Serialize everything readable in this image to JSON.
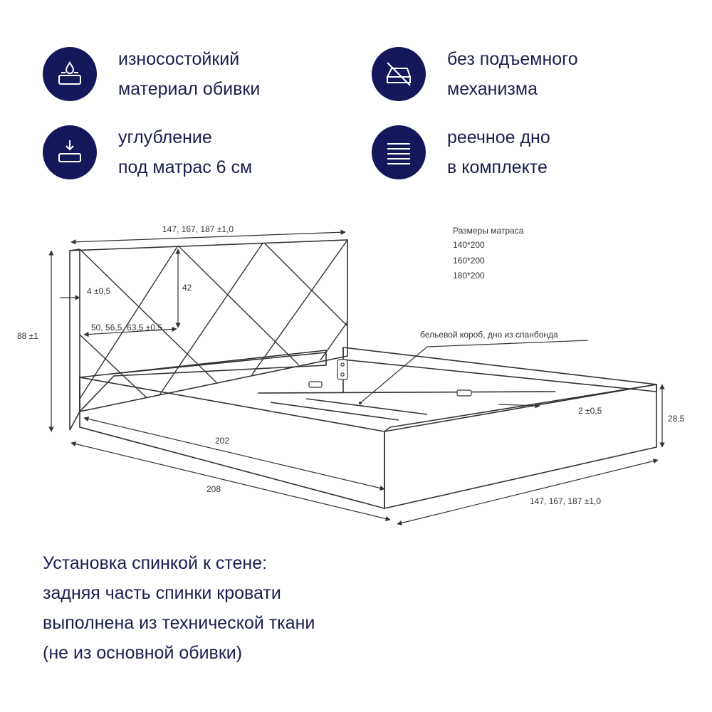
{
  "features": [
    {
      "icon": "fabric-durability-icon",
      "lines": [
        "износостойкий",
        "материал обивки"
      ]
    },
    {
      "icon": "no-lift-mechanism-icon",
      "lines": [
        "без подъемного",
        "механизма"
      ]
    },
    {
      "icon": "mattress-recess-icon",
      "lines": [
        "углубление",
        "под матрас  6 см"
      ]
    },
    {
      "icon": "slatted-base-icon",
      "lines": [
        "реечное дно",
        "в комплекте"
      ]
    }
  ],
  "diagram": {
    "width_top": "147, 167, 187 ±1,0",
    "mattress_title": "Размеры матраса",
    "mattress_sizes": [
      "140*200",
      "160*200",
      "180*200"
    ],
    "headboard_height": "88 ±1",
    "headboard_thickness": "4 ±0,5",
    "headboard_panel": "42",
    "headboard_width": "50, 56,5, 63,5 ±0,5",
    "storage_box": "бельевой короб, дно из спанбонда",
    "side_thickness": "2 ±0,5",
    "frame_height": "28,5",
    "inner_length": "202",
    "outer_length": "208",
    "width_bottom": "147, 167, 187 ±1,0"
  },
  "note": [
    "Установка спинкой к стене:",
    "задняя часть спинки кровати",
    "выполнена из технической ткани",
    "(не из основной обивки)"
  ],
  "colors": {
    "badge": "#14185a",
    "text": "#1b1f4e",
    "line": "#333333"
  }
}
